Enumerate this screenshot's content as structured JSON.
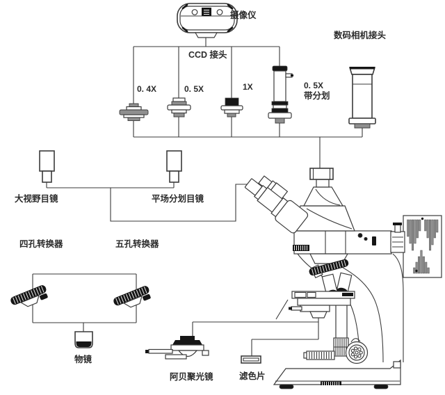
{
  "diagram": {
    "type": "microscope-accessory-system-diagram",
    "labels": {
      "camera": "摄像仪",
      "ccd_adapter": "CCD 接头",
      "digital_camera_adapter": "数码相机接头",
      "adapter_04x": "0. 4X",
      "adapter_05x": "0. 5X",
      "adapter_1x": "1X",
      "adapter_05x_reticle_line1": "0. 5X",
      "adapter_05x_reticle_line2": "带分划",
      "widefield_eyepiece": "大视野目镜",
      "plan_reticle_eyepiece": "平场分划目镜",
      "four_hole_nosepiece": "四孔转换器",
      "five_hole_nosepiece": "五孔转换器",
      "objective": "物镜",
      "abbe_condenser": "阿贝聚光镜",
      "filter": "滤色片"
    },
    "colors": {
      "line": "#3a3a3a",
      "dark": "#161616",
      "gray": "#8f8f8f",
      "text": "#2b2b2b",
      "background": "#ffffff"
    }
  }
}
